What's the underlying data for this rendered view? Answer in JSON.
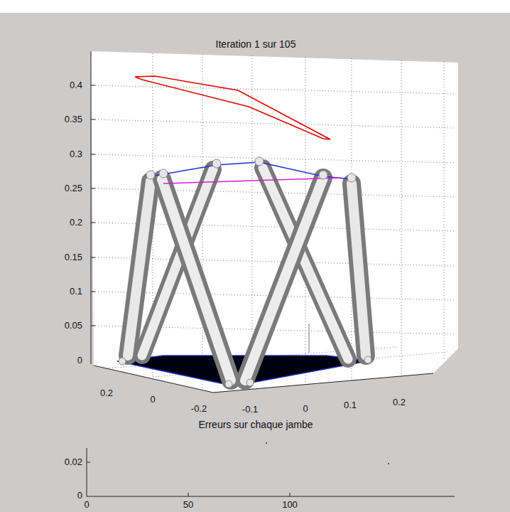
{
  "diagram": {
    "title": "Iteration 1 sur 105",
    "labels": [
      "0.4",
      "0.35",
      "0.3",
      "0.25",
      "0.2",
      "0.15",
      "0.1",
      "0.05",
      "0",
      "0.2",
      "0",
      "-0.2",
      "-0.1",
      "0",
      "0.1",
      "0.2",
      "Erreurs sur chaque jambe",
      "0.02",
      "0",
      "0",
      "50",
      "100"
    ]
  }
}
